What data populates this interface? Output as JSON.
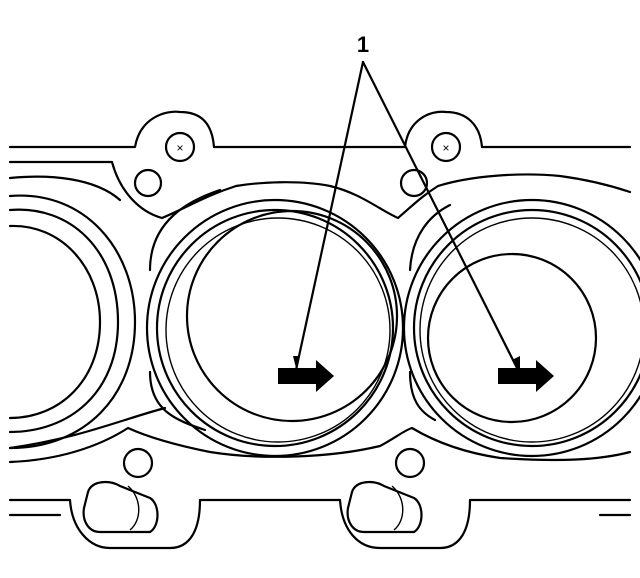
{
  "diagram": {
    "callout": {
      "label": "1"
    },
    "colors": {
      "line": "#000000",
      "background": "#ffffff"
    },
    "parts": [
      {
        "id": "cylinder-left",
        "kind": "cylinder-bore-partial"
      },
      {
        "id": "cylinder-center",
        "kind": "cylinder-bore"
      },
      {
        "id": "cylinder-right",
        "kind": "cylinder-bore"
      },
      {
        "id": "arrow-center",
        "kind": "direction-arrow",
        "points": "right"
      },
      {
        "id": "arrow-right",
        "kind": "direction-arrow",
        "points": "right"
      }
    ]
  }
}
